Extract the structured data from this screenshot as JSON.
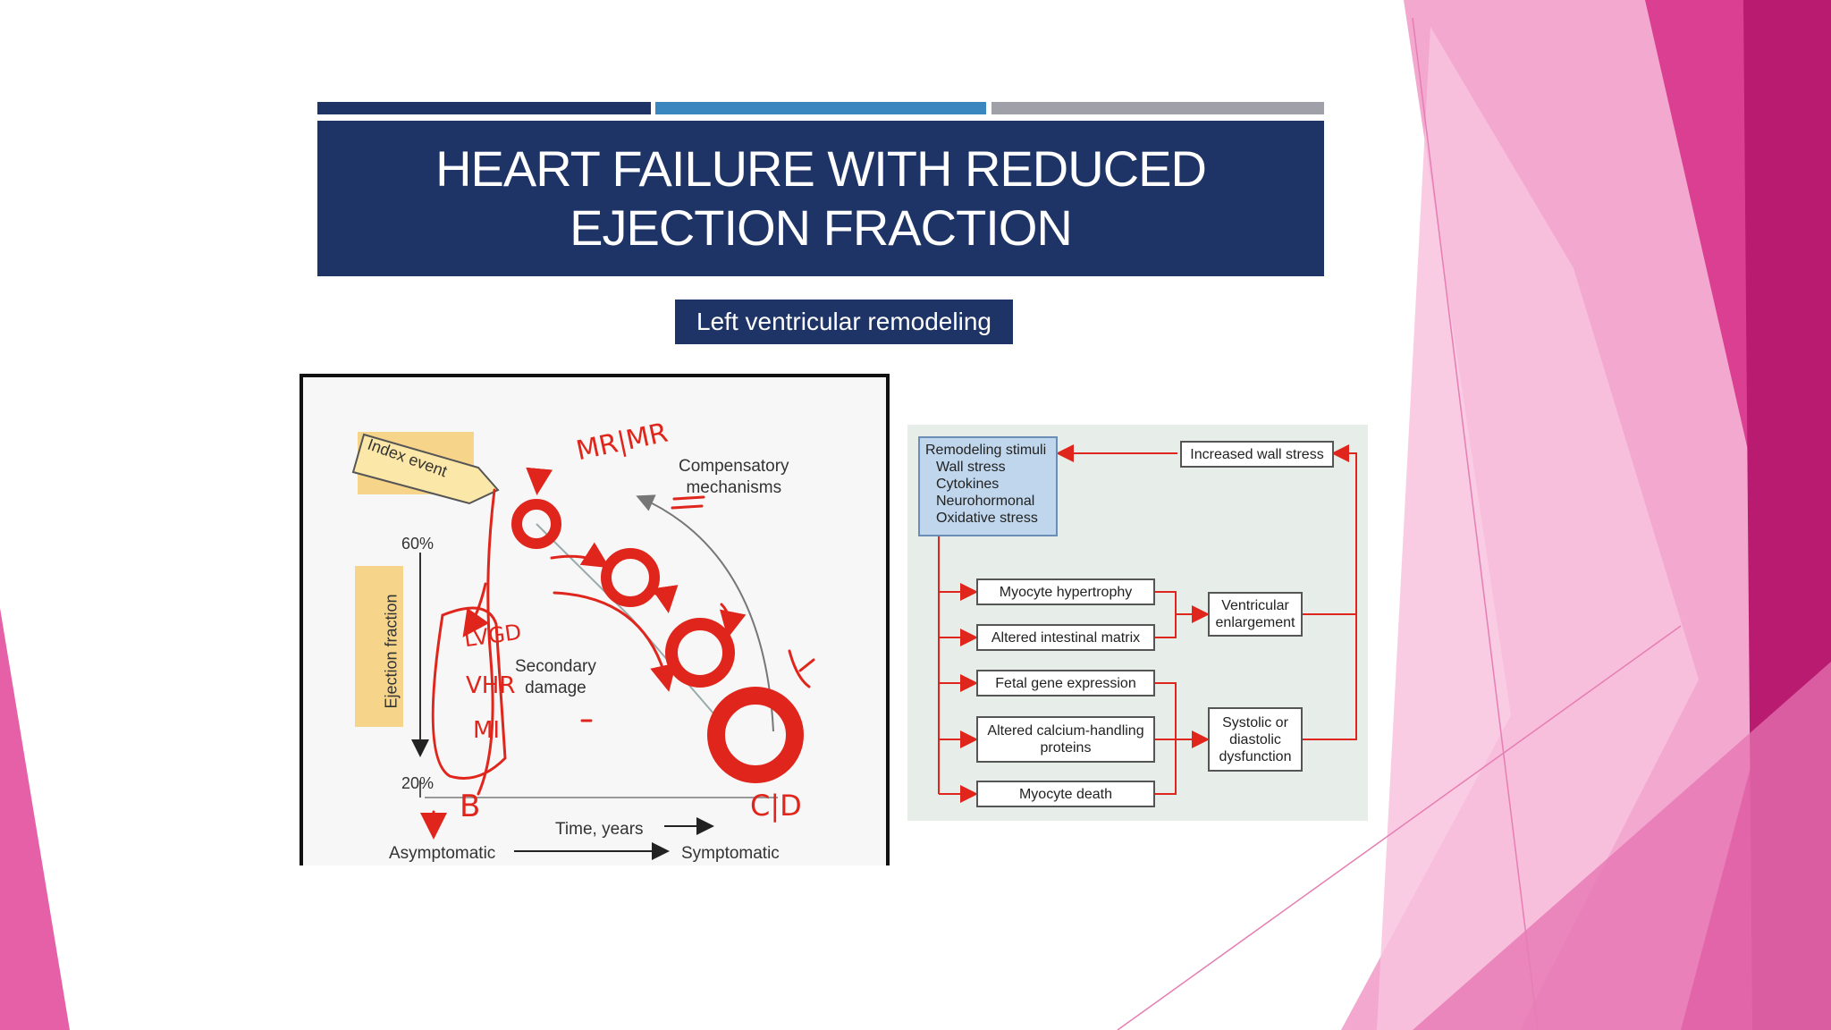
{
  "slide": {
    "title_line1": "HEART FAILURE WITH REDUCED",
    "title_line2": "EJECTION FRACTION",
    "subtitle": "Left ventricular remodeling"
  },
  "colors": {
    "title_bg": "#1f3466",
    "bar_dark": "#1f3466",
    "bar_blue": "#3a87c0",
    "bar_gray": "#a0a0a8",
    "accent_pink": "#d6338a",
    "arrow_red": "#e0261c"
  },
  "left_diagram": {
    "index_event": "Index event",
    "compensatory": "Compensatory\nmechanisms",
    "y_axis_label": "Ejection fraction",
    "y_top": "60%",
    "y_bottom": "20%",
    "secondary": "Secondary\ndamage",
    "time_label": "Time, years",
    "asymptomatic": "Asymptomatic",
    "symptomatic": "Symptomatic"
  },
  "annotations": {
    "mr": "MR|MR",
    "lvgd": "LVGD",
    "vhr": "VHR",
    "mi": "MI",
    "b": "B",
    "cd": "C|D"
  },
  "right_diagram": {
    "stimuli_title": "Remodeling stimuli",
    "stimuli_items": [
      "Wall stress",
      "Cytokines",
      "Neurohormonal",
      "Oxidative stress"
    ],
    "wall_stress": "Increased wall stress",
    "myocyte_hypertrophy": "Myocyte hypertrophy",
    "altered_matrix": "Altered intestinal matrix",
    "fetal_gene": "Fetal gene expression",
    "calcium": "Altered calcium-handling proteins",
    "myocyte_death": "Myocyte death",
    "ventricular": "Ventricular enlargement",
    "dysfunction": "Systolic or diastolic dysfunction"
  }
}
